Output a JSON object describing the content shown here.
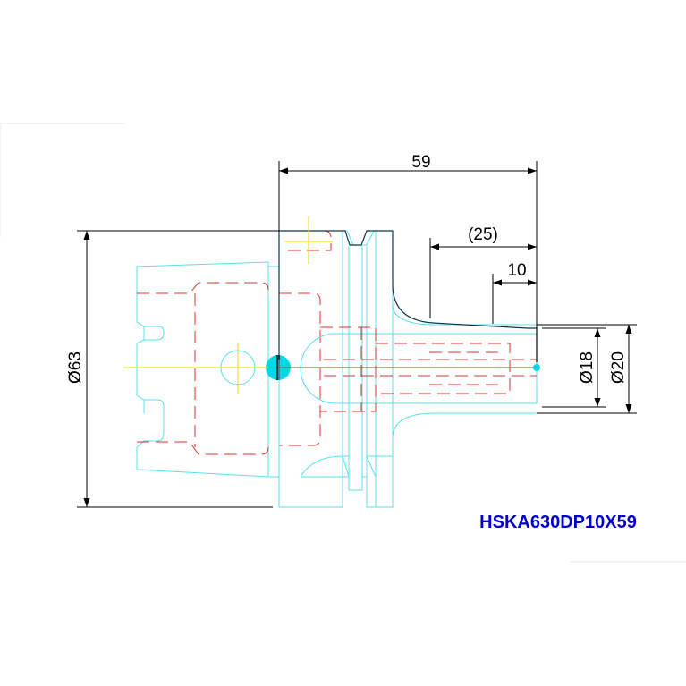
{
  "dimensions": {
    "overall_length": "59",
    "reference_length": "(25)",
    "short_length": "10",
    "flange_diameter": "Ø63",
    "bore_diameter": "Ø18",
    "nose_diameter": "Ø20"
  },
  "part_number": "HSKA630DP10X59",
  "colors": {
    "background": "#ffffff",
    "outline": "#55e0ee",
    "hidden_lines": "#e03030",
    "tool_profile": "#0a3a4a",
    "center_lines": "#e8e000",
    "dimension_lines": "#000000",
    "label": "#0000cc"
  }
}
